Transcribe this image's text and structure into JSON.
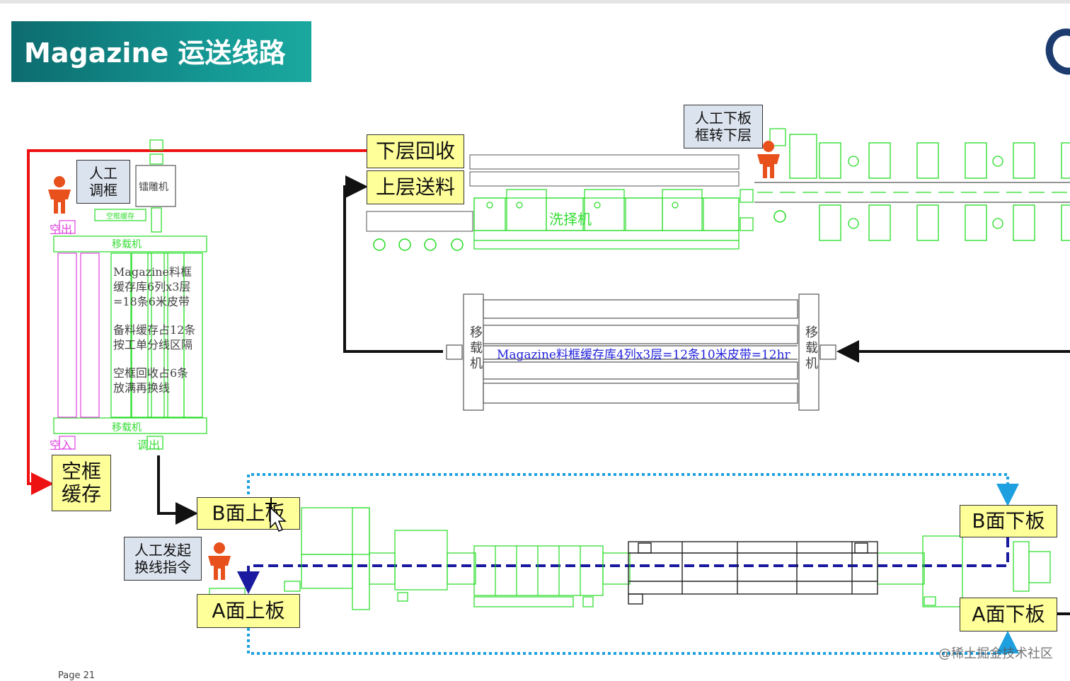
{
  "header": {
    "title": "Magazine 运送线路"
  },
  "labels": {
    "lower_recycle": "下层回收",
    "upper_feed": "上层送料",
    "manual_unload_line1": "人工下板",
    "manual_unload_line2": "框转下层",
    "manual_adjust_line1": "人工",
    "manual_adjust_line2": "调框",
    "laser_machine": "镭雕机",
    "empty_cache_line1": "空框",
    "empty_cache_line2": "缓存",
    "b_side_load": "B面上板",
    "a_side_load": "A面上板",
    "b_side_unload": "B面下板",
    "a_side_unload": "A面下板",
    "manual_change_line1": "人工发起",
    "manual_change_line2": "换线指令",
    "empty_out": "空出",
    "empty_in": "空入",
    "adjust_out": "调出",
    "transfer_top": "移载机",
    "transfer_bottom": "移载机",
    "empty_cache_small": "空框缓存",
    "washer": "洗择机",
    "store_text": [
      "Magazine料框",
      "缓存库6列x3层",
      "=18条6米皮带",
      "",
      "备料缓存占12条",
      "按工单分线区隔",
      "",
      "空框回收占6条",
      "放满再换线"
    ],
    "transfer_left": "移载机",
    "transfer_right": "移载机",
    "buffer_text": "Magazine料框缓存库4列x3层=12条10米皮带=12hr",
    "watermark": "@稀土掘金技术社区",
    "page_no": "Page 21"
  },
  "colors": {
    "red_route": "#ee1111",
    "black_route": "#111111",
    "blue_route": "#1a1aa0",
    "cyan_route": "#1ea0e0",
    "equipment": "#22dd22",
    "magenta": "#e040e0",
    "person": "#e8501c"
  },
  "icons": [
    "person-icon",
    "cursor-icon",
    "chevron-icon",
    "logo-icon"
  ]
}
